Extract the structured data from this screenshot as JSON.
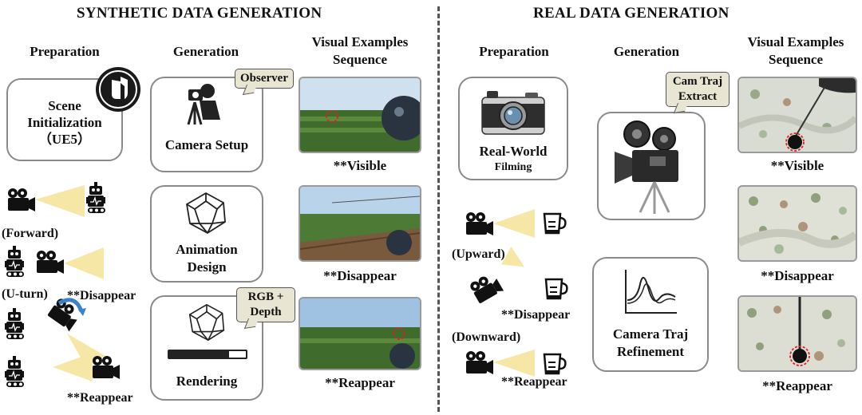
{
  "synthetic": {
    "title": "SYNTHETIC DATA GENERATION",
    "col_preparation": "Preparation",
    "col_generation": "Generation",
    "col_examples_line1": "Visual Examples",
    "col_examples_line2": "Sequence",
    "scene_line1": "Scene",
    "scene_line2": "Initialization",
    "scene_line3": "（UE5）",
    "camera_setup": "Camera Setup",
    "observer": "Observer",
    "animation_line1": "Animation",
    "animation_line2": "Design",
    "rendering": "Rendering",
    "rgb_line1": "RGB +",
    "rgb_line2": "Depth",
    "forward": "(Forward)",
    "uturn": "(U-turn)",
    "disappear": "**Disappear",
    "reappear": "**Reappear",
    "visible": "**Visible"
  },
  "real": {
    "title": "REAL DATA GENERATION",
    "col_preparation": "Preparation",
    "col_generation": "Generation",
    "col_examples_line1": "Visual Examples",
    "col_examples_line2": "Sequence",
    "filming_line1": "Real-World",
    "filming_line2": "Filming",
    "camtraj_line1": "Cam Traj",
    "camtraj_line2": "Extract",
    "refine_line1": "Camera Traj",
    "refine_line2": "Refinement",
    "upward": "(Upward)",
    "downward": "(Downward)",
    "disappear": "**Disappear",
    "reappear": "**Reappear",
    "visible": "**Visible"
  },
  "colors": {
    "box_border": "#8a8a8a",
    "bubble_fill": "#e9e5d3",
    "beam": "#f7e7a6",
    "marker": "#e02020"
  }
}
